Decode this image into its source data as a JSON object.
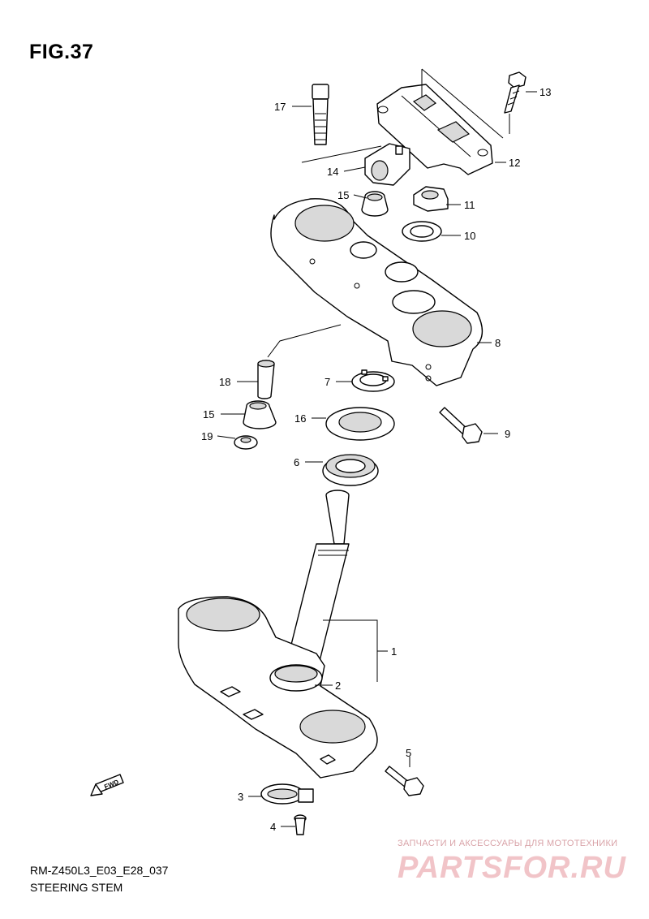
{
  "figure_title": "FIG.37",
  "model_code": "RM-Z450L3_E03_E28_037",
  "caption": "STEERING STEM",
  "watermark_text": "ЗАПЧАСТИ И АКСЕССУАРЫ ДЛЯ МОТОТЕХНИКИ",
  "watermark_logo": "PARTSFOR.RU",
  "fwd_label": "FWD",
  "callouts": [
    "1",
    "2",
    "3",
    "4",
    "5",
    "6",
    "7",
    "8",
    "9",
    "10",
    "11",
    "12",
    "13",
    "14",
    "15",
    "15",
    "16",
    "17",
    "18",
    "19"
  ],
  "colors": {
    "line": "#000000",
    "watermark": "#f1c4c8"
  }
}
